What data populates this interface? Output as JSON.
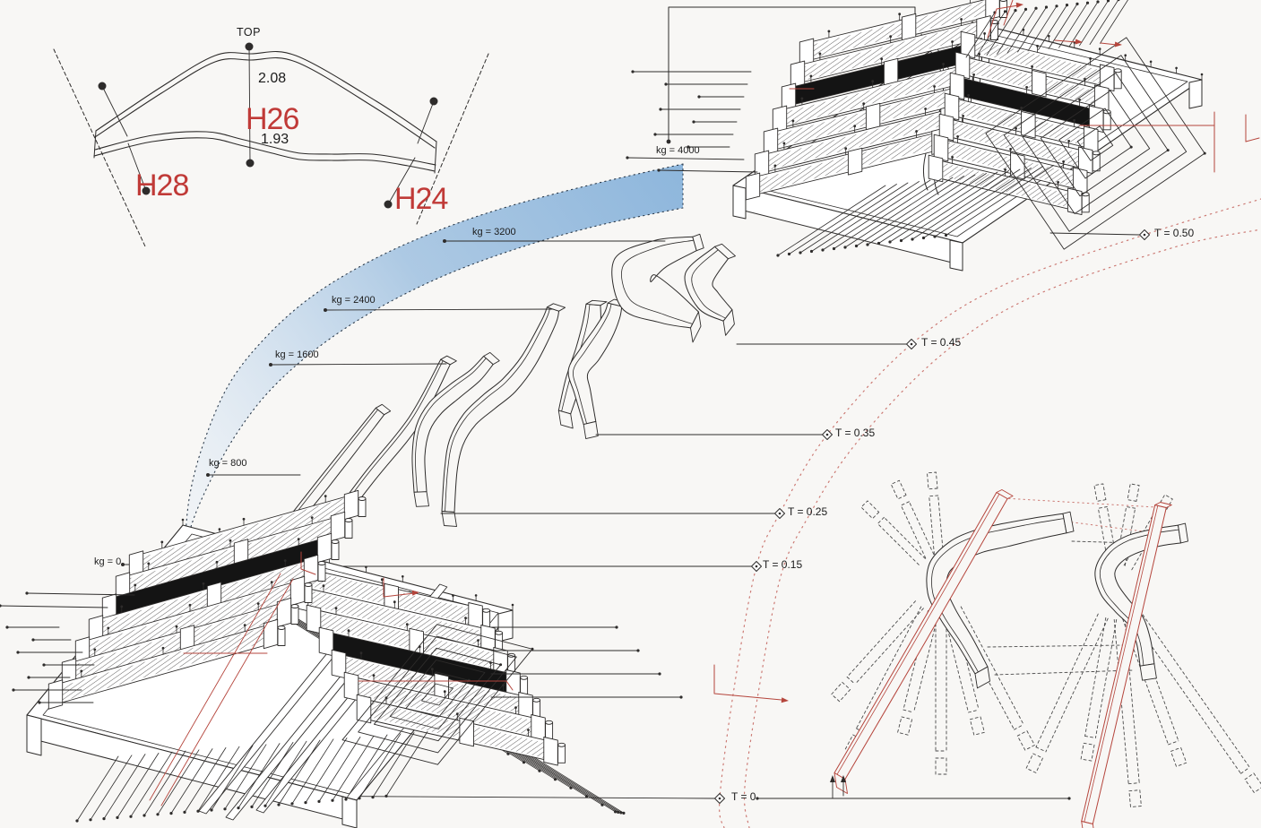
{
  "plan_view": {
    "top_label": "TOP",
    "dim_upper": "2.08",
    "label_center": "H26",
    "dim_lower": "1.93",
    "label_left": "H28",
    "label_right": "H24"
  },
  "load_annotations": [
    {
      "text": "kg = 4000",
      "value": 4000
    },
    {
      "text": "kg = 3200",
      "value": 3200
    },
    {
      "text": "kg = 2400",
      "value": 2400
    },
    {
      "text": "kg = 1600",
      "value": 1600
    },
    {
      "text": "kg = 800",
      "value": 800
    },
    {
      "text": "kg = 0",
      "value": 0
    }
  ],
  "time_annotations": [
    {
      "text": "T = 0.50",
      "value": 0.5
    },
    {
      "text": "T = 0.45",
      "value": 0.45
    },
    {
      "text": "T = 0.35",
      "value": 0.35
    },
    {
      "text": "T = 0.25",
      "value": 0.25
    },
    {
      "text": "T = 0.15",
      "value": 0.15
    },
    {
      "text": "T = 0",
      "value": 0.0
    }
  ],
  "colors": {
    "background": "#f8f7f5",
    "line": "#2e2c2b",
    "red_label": "#c03a37",
    "red_accent": "#b5453c",
    "arc_dotted": "#cc7a74",
    "blue_band_start": "#e9f0f8",
    "blue_band_mid": "#a6c5e2",
    "blue_band_end": "#85b1da",
    "band_dot": "#2b3a4a"
  }
}
